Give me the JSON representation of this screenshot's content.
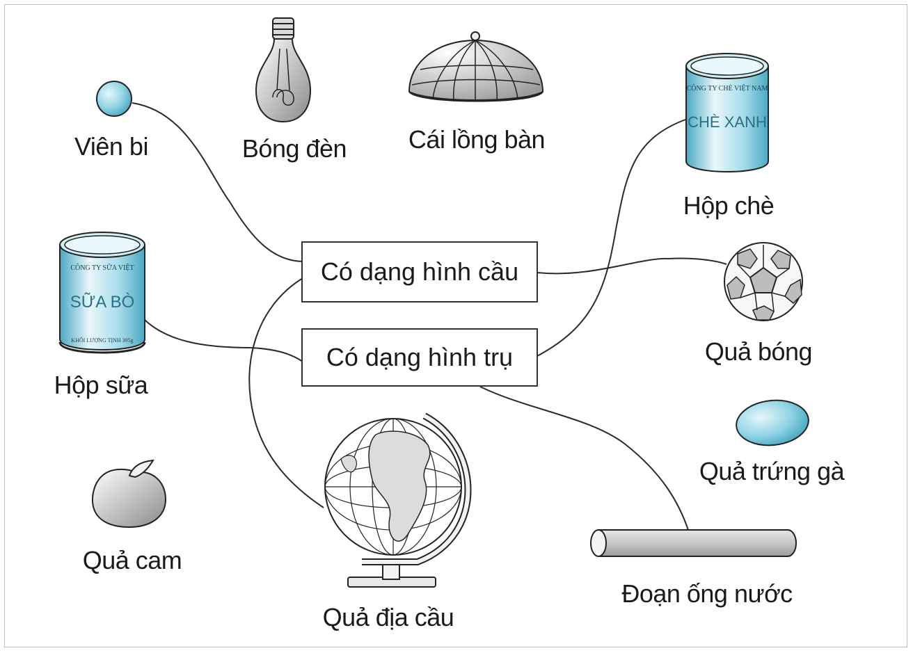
{
  "categories": {
    "sphere": "Có dạng hình cầu",
    "cylinder": "Có dạng hình trụ"
  },
  "objects": {
    "marble": "Viên bi",
    "bulb": "Bóng đèn",
    "food_cover": "Cái lồng bàn",
    "tea_box": "Hộp chè",
    "milk_can": "Hộp sữa",
    "ball": "Quả bóng",
    "egg": "Quả trứng gà",
    "orange": "Quả cam",
    "globe": "Quả địa cầu",
    "pipe": "Đoạn ống nước"
  },
  "can_text": {
    "tea_brand": "CÔNG TY CHÈ VIỆT NAM",
    "tea_name": "CHÈ XANH",
    "milk_brand": "CÔNG TY SỮA VIỆT",
    "milk_name": "SỮA BÒ",
    "milk_weight": "KHỐI LƯỢNG TỊNH 395g"
  },
  "connections": [
    {
      "from": "Viên bi",
      "to": "Có dạng hình cầu"
    },
    {
      "from": "Quả bóng",
      "to": "Có dạng hình cầu"
    },
    {
      "from": "Quả địa cầu",
      "to": "Có dạng hình cầu"
    },
    {
      "from": "Hộp sữa",
      "to": "Có dạng hình trụ"
    },
    {
      "from": "Hộp chè",
      "to": "Có dạng hình trụ"
    },
    {
      "from": "Đoạn ống nước",
      "to": "Có dạng hình trụ"
    }
  ],
  "colors": {
    "accent_blue": "#6fc3d8",
    "line": "#2a2a2a"
  }
}
